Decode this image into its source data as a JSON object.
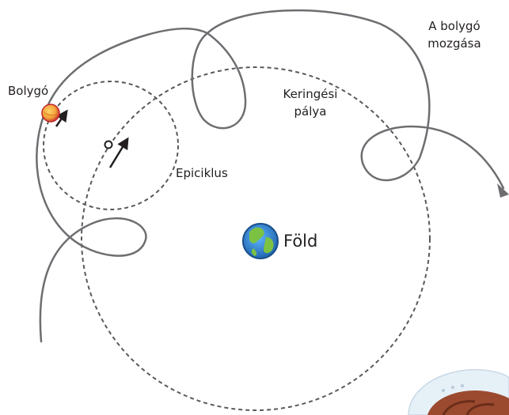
{
  "labels": {
    "planet": "Bolygó",
    "planet_motion_line1": "A bolygó",
    "planet_motion_line2": "mozgása",
    "deferent_line1": "Keringési",
    "deferent_line2": "pálya",
    "epicycle": "Epiciklus",
    "earth": "Föld"
  },
  "colors": {
    "path": "#6d6e71",
    "dashed_orbit": "#58595b",
    "arrow": "#231f20",
    "planet_fill": "#f2a23a",
    "planet_stroke": "#c1272d",
    "earth_ocean": "#2a7fd0",
    "earth_land": "#7cc242",
    "earth_outline": "#1b4f8a"
  },
  "icons": {
    "planet": "orange-planet-disc",
    "earth": "earth-globe",
    "motion_arrow": "black-arrow",
    "path_end_arrow": "arrowhead",
    "corner_figure": "partial-cartoon-figure"
  }
}
